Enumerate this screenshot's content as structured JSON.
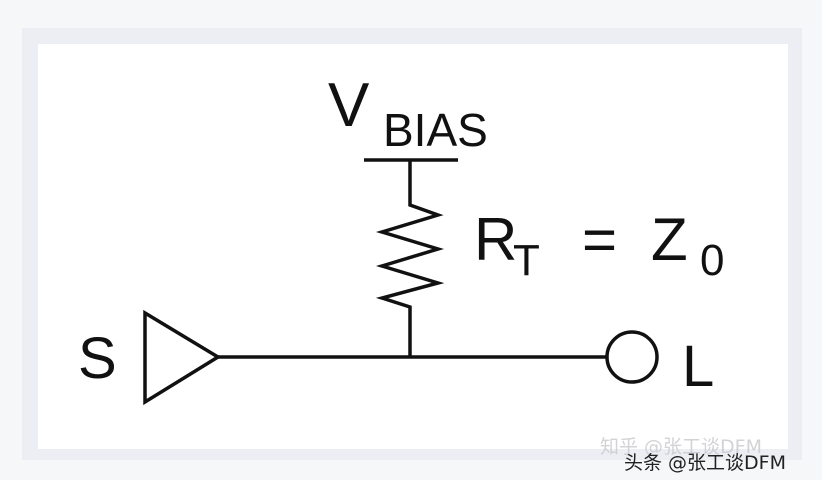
{
  "diagram": {
    "supply_label": "V",
    "supply_subscript": "BIAS",
    "resistor_label": "R",
    "resistor_subscript": "T",
    "equals": "=",
    "impedance_label": "Z",
    "impedance_subscript": "0",
    "source_label": "S",
    "load_label": "L"
  },
  "watermarks": {
    "zhihu": "知乎 @张工谈DFM",
    "toutiao": "头条 @张工谈DFM"
  }
}
